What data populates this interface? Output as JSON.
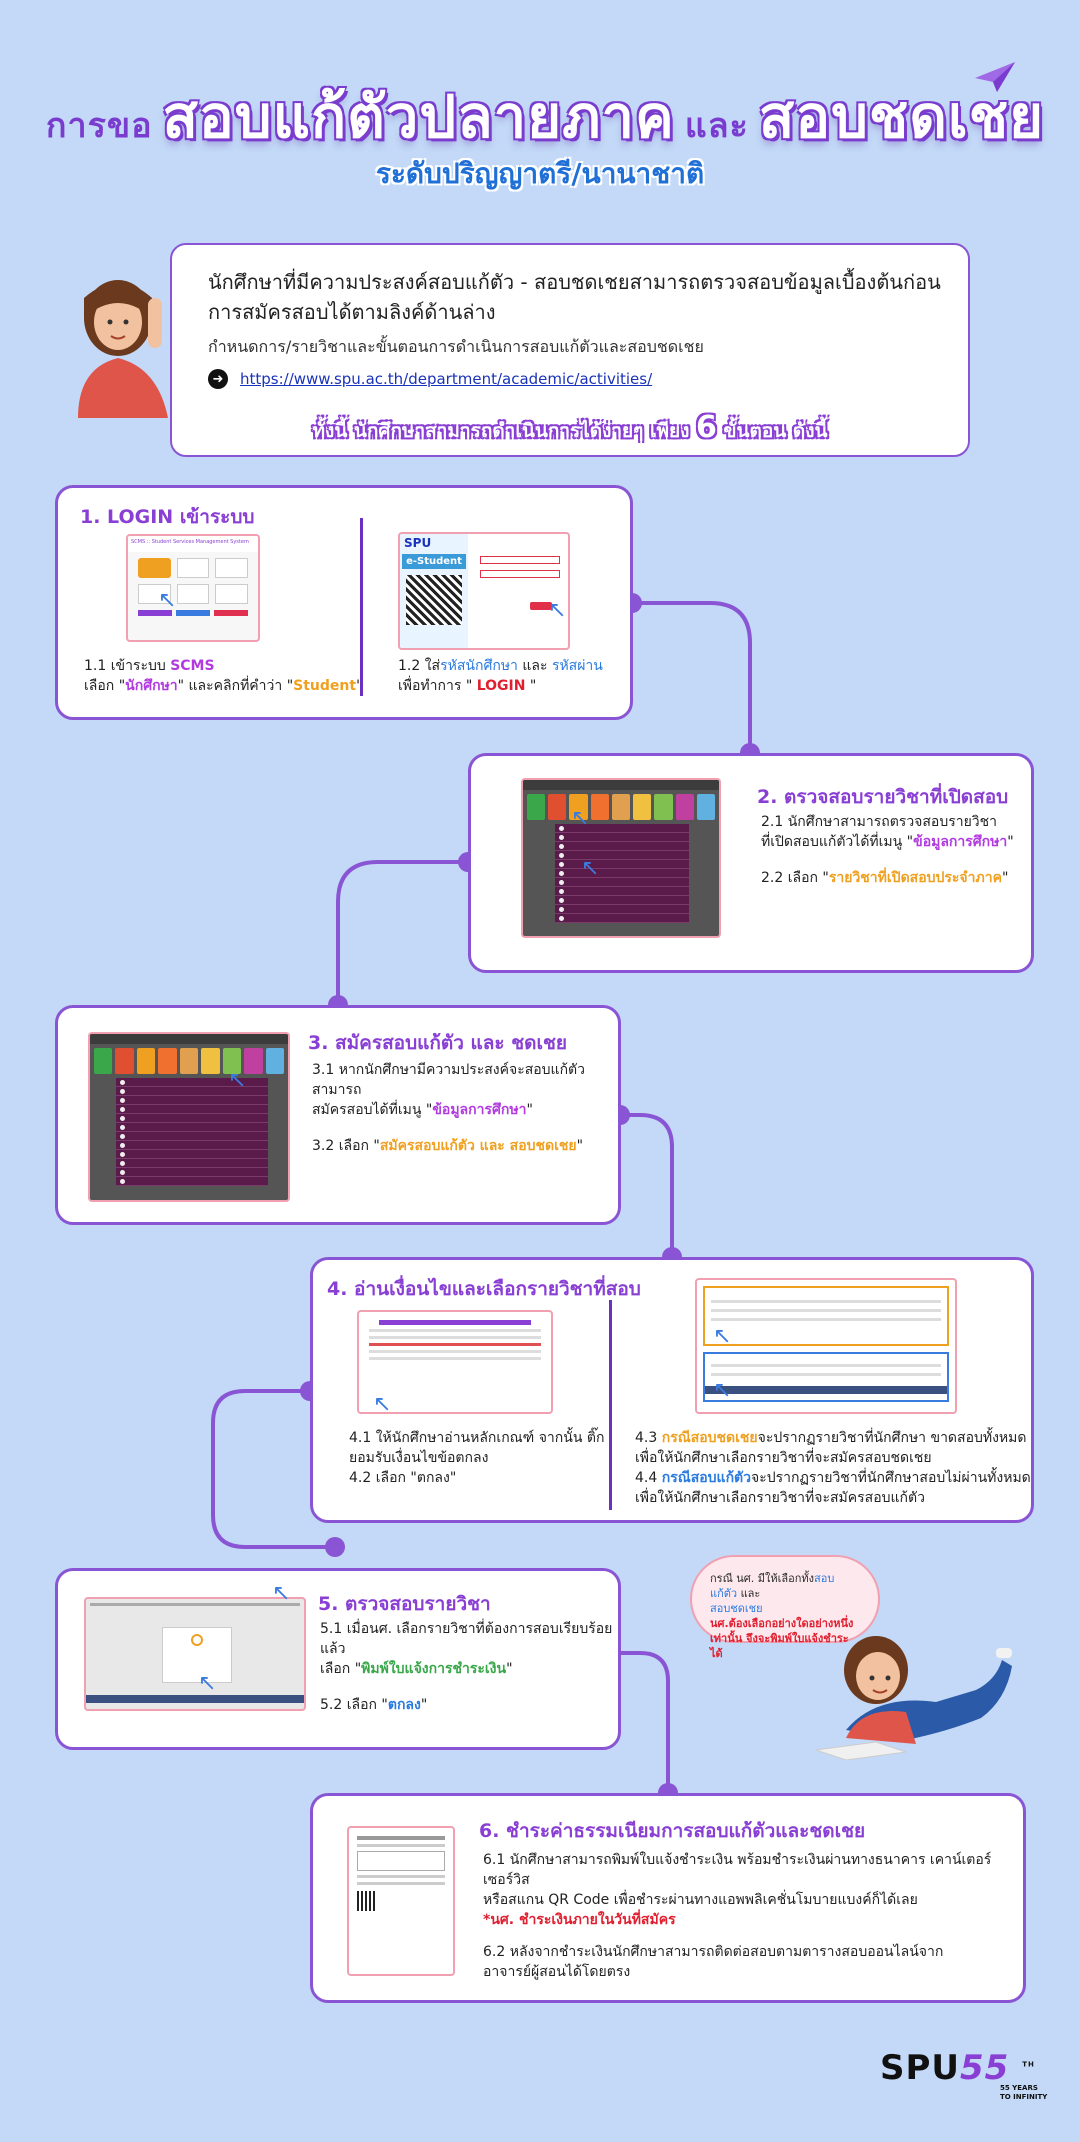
{
  "title": {
    "part1": "การขอ",
    "part2": "สอบแก้ตัวปลายภาค",
    "part3": "และ",
    "part4": "สอบชดเชย",
    "subtitle": "ระดับปริญญาตรี/นานาชาติ"
  },
  "intro": {
    "line1": "นักศึกษาที่มีความประสงค์สอบแก้ตัว - สอบชดเชยสามารถตรวจสอบข้อมูลเบื้องต้นก่อนการสมัครสอบได้ตามลิงค์ด้านล่าง",
    "line2": "กำหนดการ/รายวิชาและขั้นตอนการดำเนินการสอบแก้ตัวและสอบชดเชย",
    "link": "https://www.spu.ac.th/department/academic/activities/",
    "tag_before": "ทั้งนี้ นักศึกษาสามารถดำเนินการได้ง่ายๆ เพียง",
    "tag_number": "6",
    "tag_after": "ขั้นตอน ดังนี้"
  },
  "step1": {
    "title": "1. LOGIN เข้าระบบ",
    "a_line1_pre": "1.1 เข้าระบบ ",
    "a_line1_hl": "SCMS",
    "a_line2_pre": "เลือก \"",
    "a_line2_hl1": "นักศึกษา",
    "a_line2_mid": "\" และคลิกที่คำว่า \"",
    "a_line2_hl2": "Student",
    "a_line2_end": "\"",
    "b_line1_pre": "1.2 ใส่",
    "b_line1_hl1": "รหัสนักศึกษา",
    "b_line1_mid": " และ ",
    "b_line1_hl2": "รหัสผ่าน",
    "b_line2_pre": "เพื่อทำการ \" ",
    "b_line2_hl": "LOGIN",
    "b_line2_end": " \"",
    "thumb_a_header": "SCMS :: Student Services Management System",
    "thumb_b_brand": "SPU",
    "thumb_b_title": "e-Student"
  },
  "step2": {
    "title": "2. ตรวจสอบรายวิชาที่เปิดสอบ",
    "l1": "2.1 นักศึกษาสามารถตรวจสอบรายวิชา",
    "l2_pre": "ที่เปิดสอบแก้ตัวได้ที่เมนู \"",
    "l2_hl": "ข้อมูลการศึกษา",
    "l2_end": "\"",
    "l3_pre": "2.2 เลือก \"",
    "l3_hl": "รายวิชาที่เปิดสอบประจำภาค",
    "l3_end": "\""
  },
  "step3": {
    "title": "3. สมัครสอบแก้ตัว และ ชดเชย",
    "l1": "3.1 หากนักศึกษามีความประสงค์จะสอบแก้ตัวสามารถ",
    "l2_pre": "สมัครสอบได้ที่เมนู \"",
    "l2_hl": "ข้อมูลการศึกษา",
    "l2_end": "\"",
    "l3_pre": "3.2 เลือก \"",
    "l3_hl": "สมัครสอบแก้ตัว และ สอบชดเชย",
    "l3_end": "\""
  },
  "step4": {
    "title": "4. อ่านเงื่อนไขและเลือกรายวิชาที่สอบ",
    "a1": "4.1 ให้นักศึกษาอ่านหลักเกณฑ์ จากนั้น ติ๊ก",
    "a2": "ยอมรับเงื่อนไขข้อตกลง",
    "a3": "4.2 เลือก \"ตกลง\"",
    "b1_pre": "4.3 ",
    "b1_hl": "กรณีสอบชดเชย",
    "b1_end": "จะปรากฏรายวิชาที่นักศึกษา ขาดสอบทั้งหมด",
    "b2": "เพื่อให้นักศึกษาเลือกรายวิชาที่จะสมัครสอบชดเชย",
    "b3_pre": "4.4 ",
    "b3_hl": "กรณีสอบแก้ตัว",
    "b3_end": "จะปรากฏรายวิชาที่นักศึกษาสอบไม่ผ่านทั้งหมด",
    "b4": "เพื่อให้นักศึกษาเลือกรายวิชาที่จะสมัครสอบแก้ตัว"
  },
  "step5": {
    "title": "5. ตรวจสอบรายวิชา",
    "l1": "5.1 เมื่อนศ. เลือกรายวิชาที่ต้องการสอบเรียบร้อยแล้ว",
    "l2_pre": "เลือก \"",
    "l2_hl": "พิมพ์ใบแจ้งการชำระเงิน",
    "l2_end": "\"",
    "l3_pre": "5.2 เลือก \"",
    "l3_hl": "ตกลง",
    "l3_end": "\""
  },
  "bubble": {
    "l1_pre": "กรณี นศ. มีให้เลือกทั้ง",
    "l1_hl": "สอบแก้ตัว",
    "l1_end": " และ",
    "l2": "สอบชดเชย",
    "l3": "นศ.ต้องเลือกอย่างใดอย่างหนึ่ง",
    "l4": "เท่านั้น จึงจะพิมพ์ใบแจ้งชำระได้"
  },
  "step6": {
    "title": "6. ชำระค่าธรรมเนียมการสอบแก้ตัวและชดเชย",
    "l1": "6.1 นักศึกษาสามารถพิมพ์ใบแจ้งชำระเงิน พร้อมชำระเงินผ่านทางธนาคาร  เคาน์เตอร์เซอร์วิส",
    "l2": "หรือสแกน QR Code เพื่อชำระผ่านทางแอพพลิเคชั่นโมบายแบงค์ก็ได้เลย",
    "l3": "*นศ. ชำระเงินภายในวันที่สมัคร",
    "l4": "6.2 หลังจากชำระเงินนักศึกษาสามารถติดต่อสอบตามตารางสอบออนไลน์จาก",
    "l5": "อาจารย์ผู้สอนได้โดยตรง"
  },
  "logo": {
    "brand": "SPU",
    "num": "55",
    "tm": "TH",
    "sub1": "55 YEARS",
    "sub2": "TO INFINITY"
  },
  "colors": {
    "background": "#c3d9f7",
    "accent_purple": "#8a55d4",
    "orange": "#f0a020",
    "blue": "#2a7be0"
  }
}
